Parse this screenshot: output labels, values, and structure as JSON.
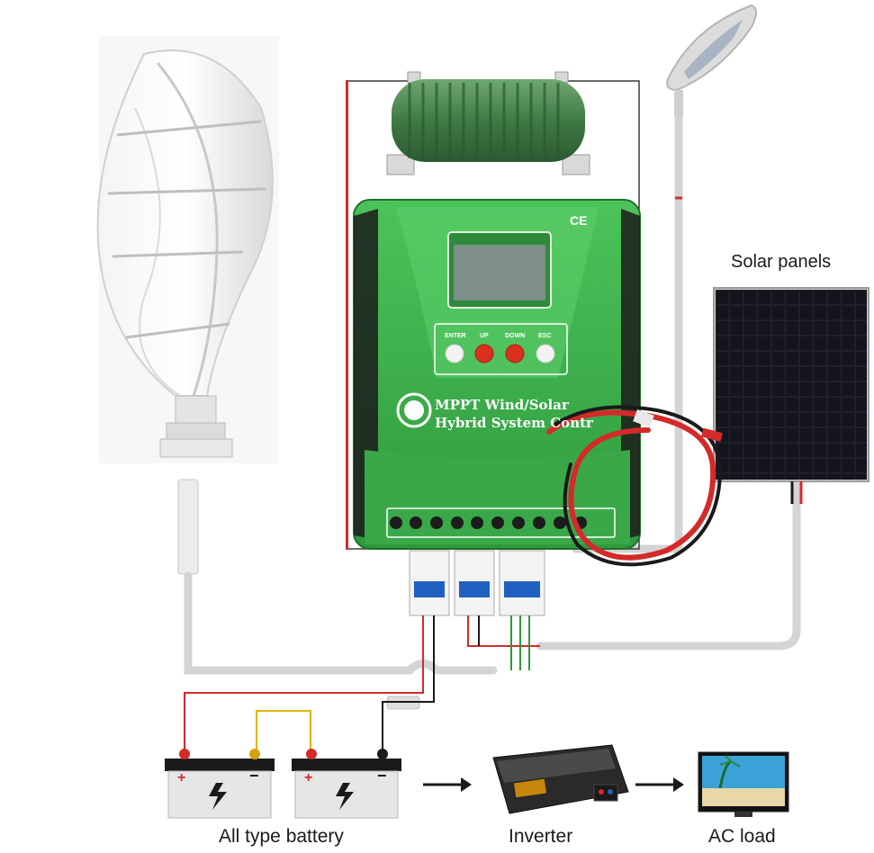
{
  "labels": {
    "solar_panels": "Solar panels",
    "battery": "All type battery",
    "inverter": "Inverter",
    "ac_load": "AC load"
  },
  "controller": {
    "title_line1": "MPPT Wind/Solar",
    "title_line2": "Hybrid System Contr",
    "ce_mark": "CE",
    "buttons": [
      "ENTER",
      "UP",
      "DOWN",
      "ESC"
    ]
  },
  "battery_terminals": {
    "positive": "+",
    "negative": "−"
  },
  "colors": {
    "controller_green": "#3cb54a",
    "controller_dark": "#1f7a2e",
    "wire_red": "#d42a2a",
    "wire_gray": "#d4d4d4",
    "wire_yellow": "#e0b400",
    "battery_body": "#e6e6e6",
    "button_red": "#d93020"
  },
  "icons": {
    "wind_turbine": "wind-turbine-icon",
    "street_lamp": "street-lamp-icon",
    "solar_panel": "solar-panel-icon",
    "dump_load": "resistor-icon",
    "battery": "battery-icon",
    "inverter": "inverter-icon",
    "tv": "tv-icon",
    "arrow": "arrow-right-icon"
  }
}
